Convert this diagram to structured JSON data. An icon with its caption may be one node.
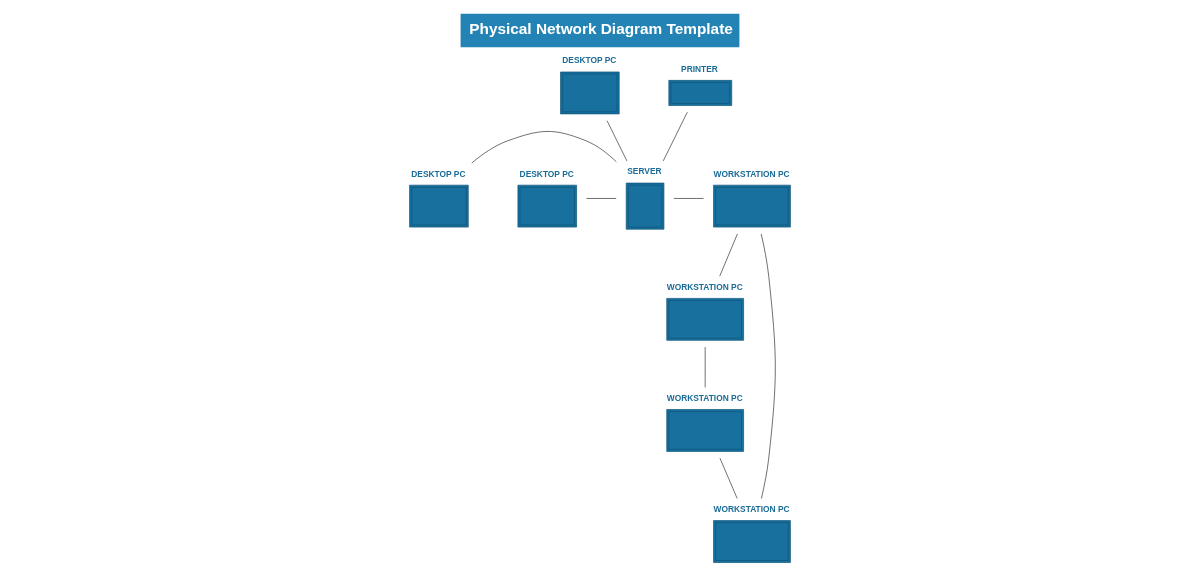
{
  "diagram": {
    "title": "Physical Network Diagram Template",
    "nodes": [
      {
        "text": [
          "DESKTOP PC"
        ]
      },
      {
        "text": [
          "PRINTER"
        ]
      },
      {
        "text": [
          "WORKSTATION PC"
        ]
      },
      {
        "text": [
          "WORKSTATION PC"
        ]
      },
      {
        "text": [
          "SERVER"
        ]
      },
      {
        "text": [
          "WORKSTATION PC"
        ]
      },
      {
        "text": [
          "DESKTOP PC"
        ]
      },
      {
        "text": [
          "DESKTOP PC"
        ]
      },
      {
        "text": [
          "WORKSTATION PC"
        ]
      }
    ],
    "edges": [
      {
        "from": 0,
        "to": 4,
        "arrow": "none"
      },
      {
        "from": 6,
        "to": 4,
        "arrow": "none"
      },
      {
        "from": 7,
        "to": 4,
        "arrow": "none"
      },
      {
        "from": 1,
        "to": 4,
        "arrow": "none"
      },
      {
        "from": 4,
        "to": 3,
        "arrow": "none"
      },
      {
        "from": 3,
        "to": 2,
        "arrow": "none"
      },
      {
        "from": 2,
        "to": 5,
        "arrow": "none"
      },
      {
        "from": 5,
        "to": 8,
        "arrow": "none"
      },
      {
        "from": 8,
        "to": 3,
        "arrow": "none"
      }
    ]
  }
}
